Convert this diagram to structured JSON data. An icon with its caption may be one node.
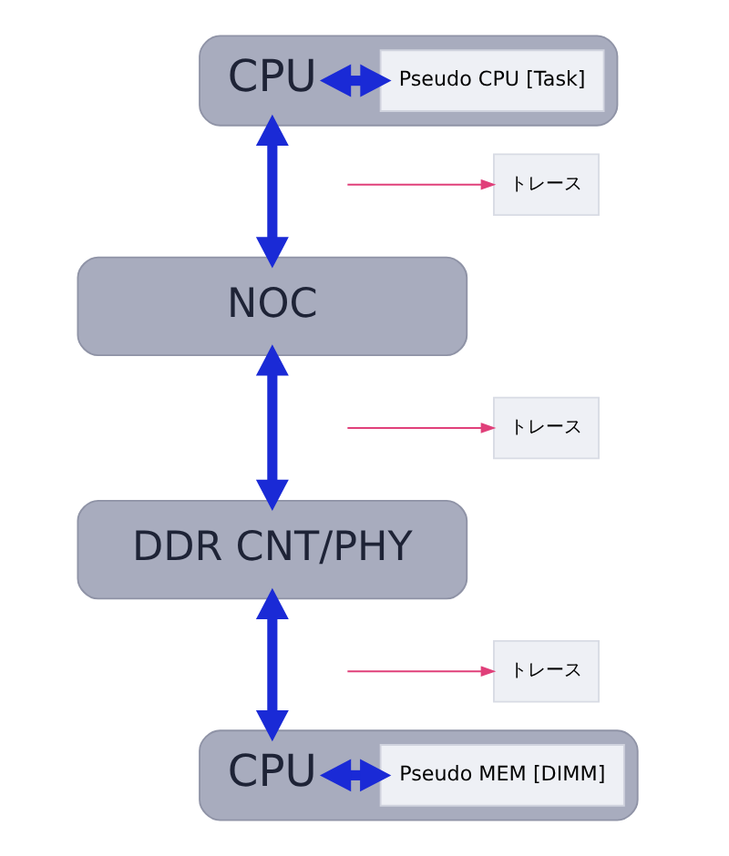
{
  "diagram": {
    "nodes": [
      {
        "text": [
          "CPU"
        ]
      },
      {
        "text": [
          "Pseudo CPU [Task]"
        ],
        "in": 0
      },
      {
        "text": [
          "NOC"
        ]
      },
      {
        "text": [
          "DDR CNT/PHY"
        ]
      },
      {
        "text": [
          "CPU"
        ]
      },
      {
        "text": [
          "Pseudo MEM [DIMM]"
        ],
        "in": 4
      },
      {
        "text": [
          "トレース"
        ]
      },
      {
        "text": [
          "トレース"
        ]
      },
      {
        "text": [
          "トレース"
        ]
      }
    ],
    "edges": [
      {
        "from": 0,
        "to": 1,
        "arrow": "both"
      },
      {
        "from": 0,
        "to": 2,
        "arrow": "both"
      },
      {
        "from": null,
        "to": 6,
        "arrow": "to",
        "color": "#e0407a"
      },
      {
        "from": 2,
        "to": 3,
        "arrow": "both"
      },
      {
        "from": null,
        "to": 7,
        "arrow": "to",
        "color": "#e0407a"
      },
      {
        "from": 3,
        "to": 4,
        "arrow": "both"
      },
      {
        "from": null,
        "to": 8,
        "arrow": "to",
        "color": "#e0407a"
      },
      {
        "from": 4,
        "to": 5,
        "arrow": "both"
      }
    ]
  }
}
